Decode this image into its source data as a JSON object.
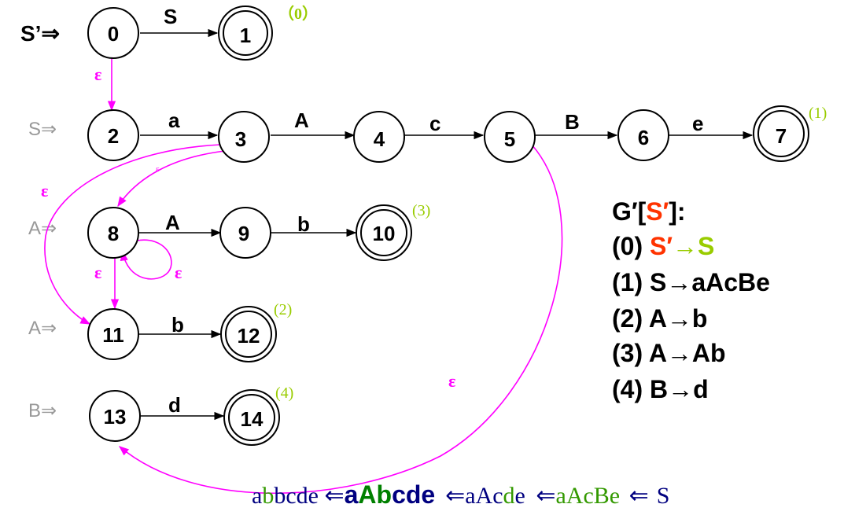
{
  "colors": {
    "epsilon": "#ff00ff",
    "tag": "#99cc00",
    "red": "#ff3300",
    "green": "#99cc00",
    "derivation": "#000080",
    "deriv_green": "#339900"
  },
  "row_labels": {
    "s_prime": "S’⇒",
    "s": "S⇒",
    "a1": "A⇒",
    "a2": "A⇒",
    "b": "B⇒"
  },
  "states": [
    "0",
    "1",
    "2",
    "3",
    "4",
    "5",
    "6",
    "7",
    "8",
    "9",
    "10",
    "11",
    "12",
    "13",
    "14"
  ],
  "edge_labels": {
    "e0_1": "S",
    "e2_3": "a",
    "e3_4": "A",
    "e4_5": "c",
    "e5_6": "B",
    "e6_7": "e",
    "e8_9": "A",
    "e9_10": "b",
    "e11_12": "b",
    "e13_14": "d"
  },
  "epsilon": "ε",
  "production_tags": {
    "t0": "（0）",
    "t1": "(1)",
    "t2": "(2)",
    "t3": "(3)",
    "t4": "(4)"
  },
  "grammar": {
    "title_pre": "G′[",
    "title_sym": "S′",
    "title_post": "]:",
    "p0_num": "(0) ",
    "p0_lhs": "S′",
    "p0_arrow": "→",
    "p0_rhs": "S",
    "p1": "(1) S→aAcBe",
    "p2": "(2) A→b",
    "p3": "(3) A→Ab",
    "p4": "(4) B→d"
  },
  "derivation": {
    "d1_a": "a",
    "d1_b": "b",
    "d1_rest": "bcde ",
    "arrow": "⇐",
    "d2_a": "a",
    "d2_Ab": "Ab",
    "d2_rest": "cde ",
    "d3_pre": "aAc",
    "d3_d": "d",
    "d3_e": "e ",
    "d4_a": "aAcBe ",
    "d5": "S"
  }
}
